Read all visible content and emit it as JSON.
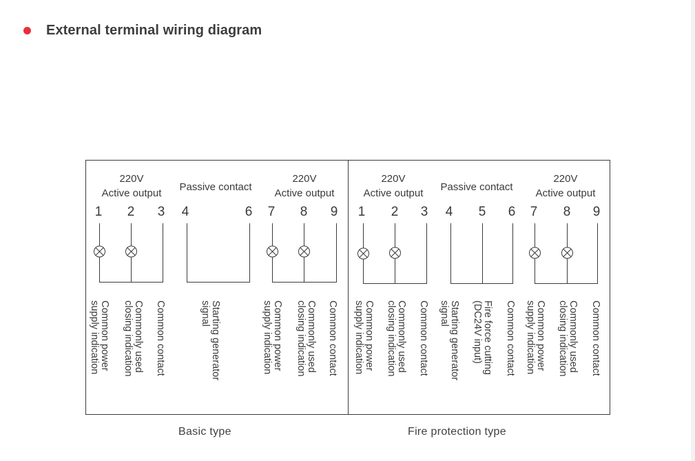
{
  "section": {
    "title": "External terminal wiring diagram",
    "bullet_color": "#e8303a"
  },
  "panels": {
    "basic": {
      "caption": "Basic type",
      "groups": [
        {
          "line1": "220V",
          "line2": "Active output"
        },
        {
          "line1": "Passive contact"
        },
        {
          "line1": "220V",
          "line2": "Active output"
        }
      ],
      "terminals": [
        "1",
        "2",
        "3",
        "4",
        "6",
        "7",
        "8",
        "9"
      ],
      "labels": [
        [
          "Common power",
          "supply indication"
        ],
        [
          "Commonly used",
          "closing indication"
        ],
        [
          "Common contact"
        ],
        [
          "Starting generator",
          "signal"
        ],
        [
          "Common power",
          "supply indication"
        ],
        [
          "Commonly used",
          "closing indication"
        ],
        [
          "Common contact"
        ]
      ]
    },
    "fire": {
      "caption": "Fire protection type",
      "groups": [
        {
          "line1": "220V",
          "line2": "Active output"
        },
        {
          "line1": "Passive contact"
        },
        {
          "line1": "220V",
          "line2": "Active output"
        }
      ],
      "terminals": [
        "1",
        "2",
        "3",
        "4",
        "5",
        "6",
        "7",
        "8",
        "9"
      ],
      "labels": [
        [
          "Common power",
          "supply indication"
        ],
        [
          "Commonly used",
          "closing indication"
        ],
        [
          "Common contact"
        ],
        [
          "Starting generator",
          "signal"
        ],
        [
          "Fire force cutting",
          "(DC24V input)"
        ],
        [
          "Common contact"
        ],
        [
          "Common power",
          "supply indication"
        ],
        [
          "Commonly used",
          "closing indication"
        ],
        [
          "Common contact"
        ]
      ]
    }
  },
  "icons": {
    "indicator_lamp": "lamp-cross-circle-icon",
    "bullet": "bullet-dot-icon"
  }
}
